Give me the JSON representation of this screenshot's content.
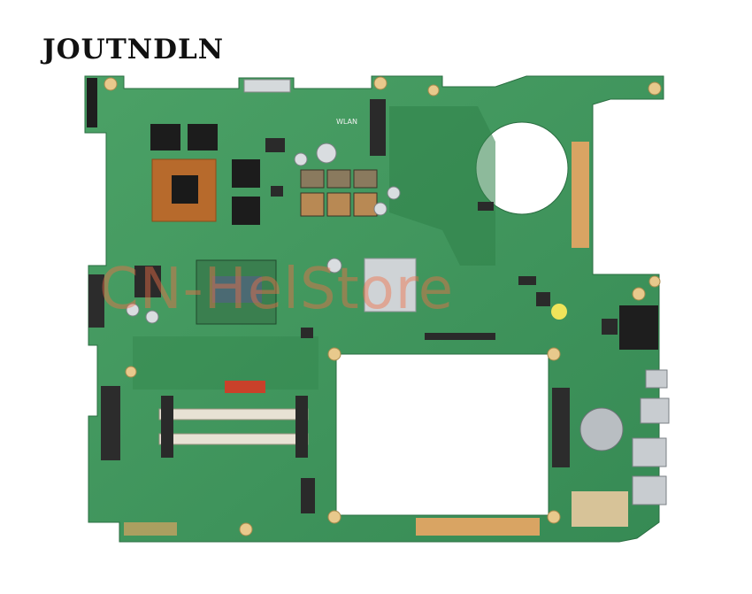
{
  "brand": {
    "name": "JOUTNDLN"
  },
  "watermark": {
    "text": "CN-HelStore"
  },
  "board": {
    "silkscreen": {
      "wlan_label": "WLAN"
    }
  },
  "colors": {
    "pcb": "#3f9a5e",
    "pcb_dark": "#2f7d4a",
    "copper": "#d9a463",
    "background": "#ffffff"
  }
}
